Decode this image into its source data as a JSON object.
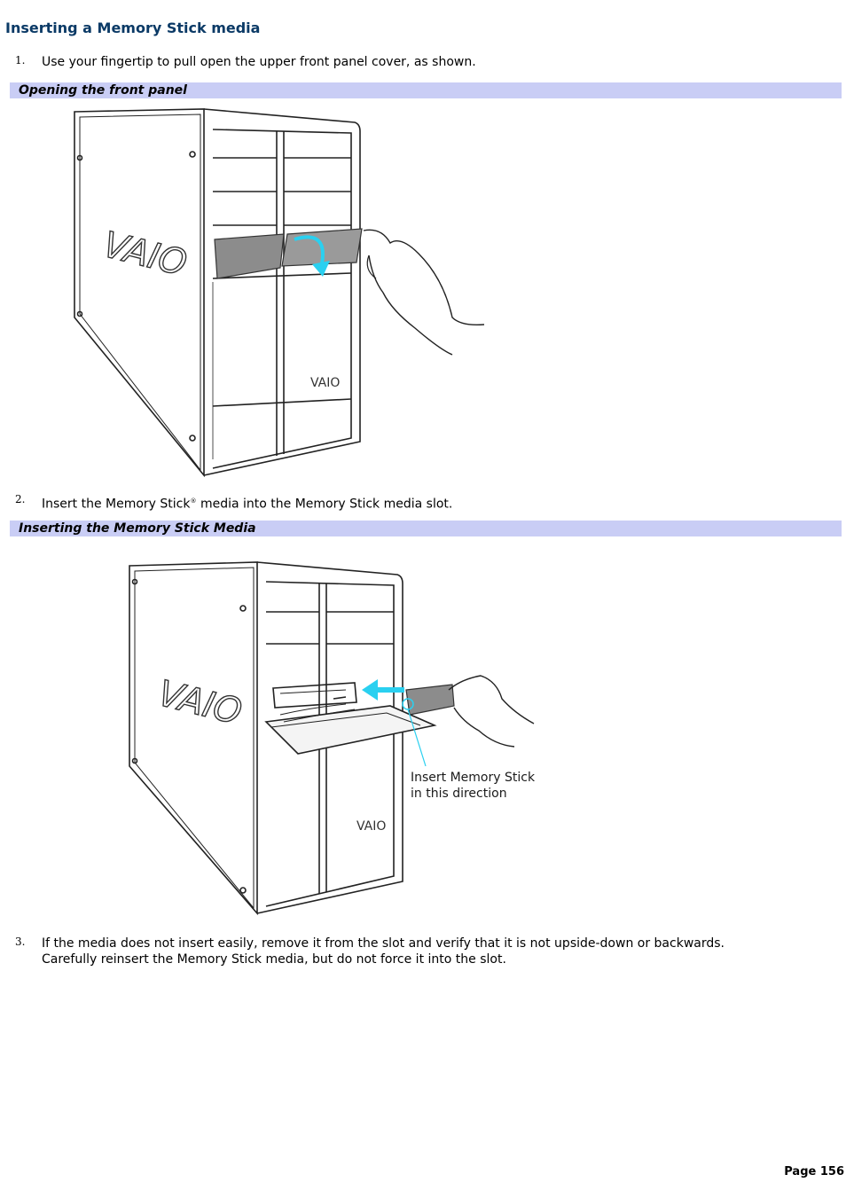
{
  "page": {
    "title": "Inserting a Memory Stick media",
    "page_label": "Page 156"
  },
  "steps": [
    {
      "num": "1.",
      "text": "Use your fingertip to pull open the upper front panel cover, as shown."
    },
    {
      "num": "2.",
      "text_before": "Insert the Memory Stick",
      "reg": "®",
      "text_after": " media into the Memory Stick media slot."
    },
    {
      "num": "3.",
      "line1": "If the media does not insert easily, remove it from the slot and verify that it is not upside-down or backwards.",
      "line2": "Carefully reinsert the Memory Stick media, but do not force it into the slot."
    }
  ],
  "figures": [
    {
      "caption": "Opening the front panel",
      "logo_text": "VAIO"
    },
    {
      "caption": "Inserting the Memory Stick Media",
      "logo_text": "VAIO",
      "callout_line1": "Insert Memory Stick",
      "callout_line2": "in this direction"
    }
  ],
  "colors": {
    "title": "#0b3a66",
    "caption_bar": "#c9cdf5",
    "arrow": "#2ad0f0"
  }
}
